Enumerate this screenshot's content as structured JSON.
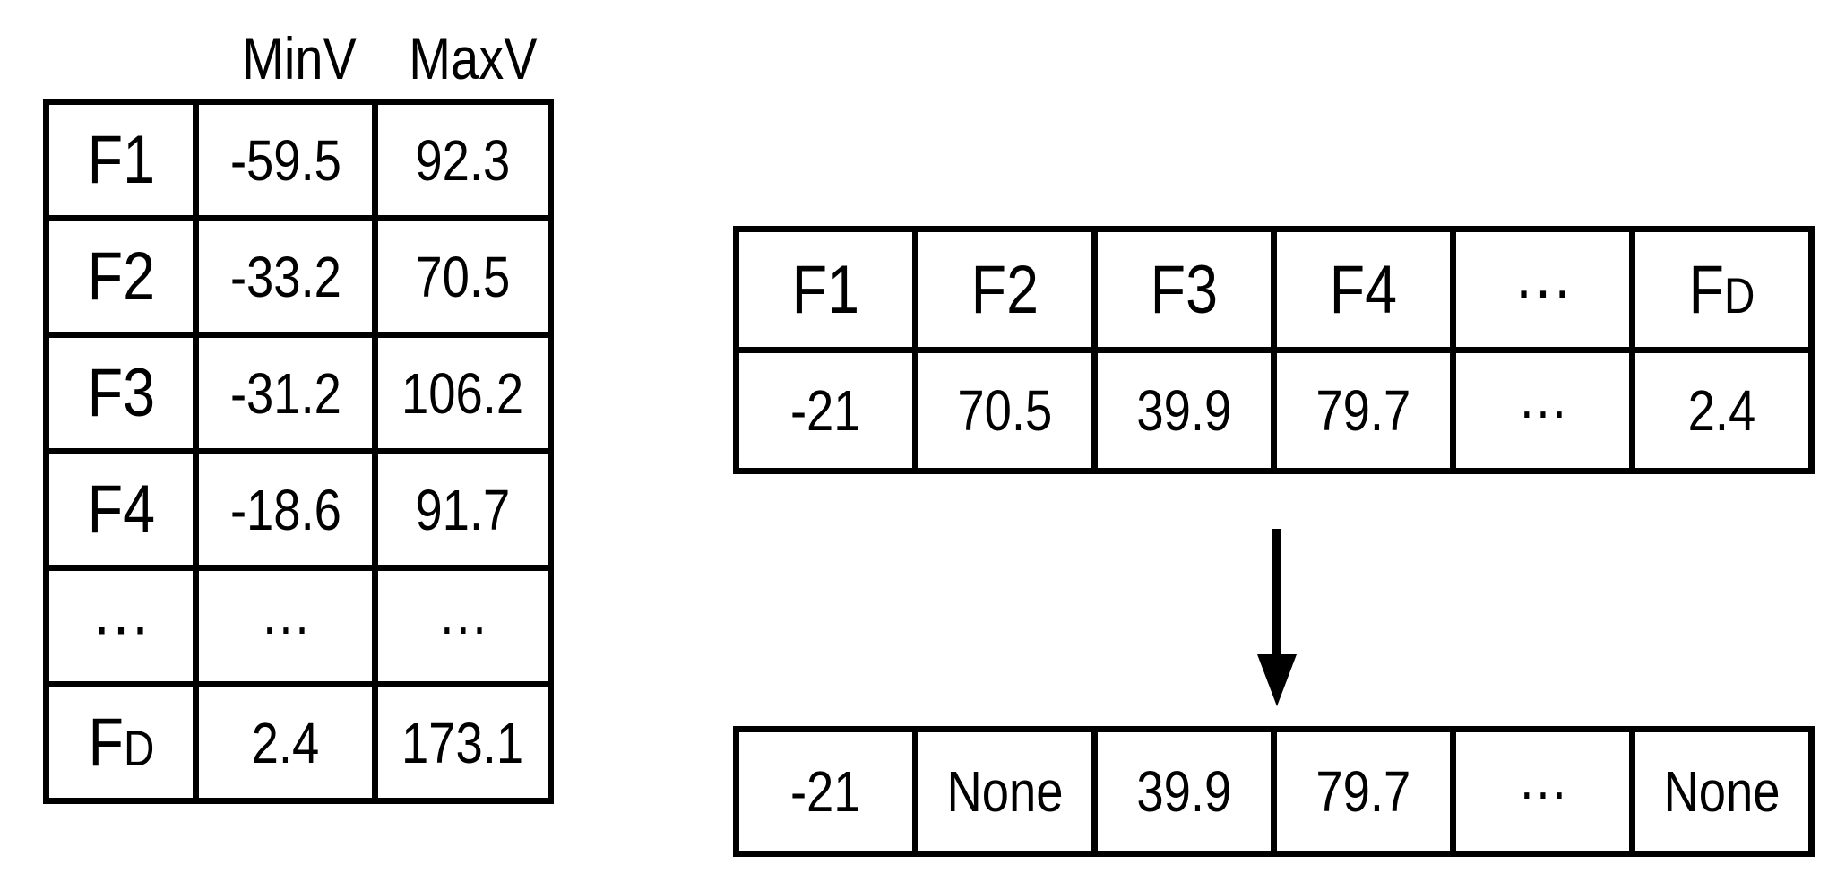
{
  "range_table": {
    "headers": {
      "min": "MinV",
      "max": "MaxV"
    },
    "rows": [
      {
        "feature": {
          "prefix": "F",
          "suffix": "1"
        },
        "min": "-59.5",
        "max": "92.3"
      },
      {
        "feature": {
          "prefix": "F",
          "suffix": "2"
        },
        "min": "-33.2",
        "max": "70.5"
      },
      {
        "feature": {
          "prefix": "F",
          "suffix": "3"
        },
        "min": "-31.2",
        "max": "106.2"
      },
      {
        "feature": {
          "prefix": "F",
          "suffix": "4"
        },
        "min": "-18.6",
        "max": "91.7"
      },
      {
        "feature": {
          "prefix": "",
          "suffix": "···"
        },
        "min": "···",
        "max": "···"
      },
      {
        "feature": {
          "prefix": "F",
          "suffix": "D"
        },
        "min": "2.4",
        "max": "173.1"
      }
    ]
  },
  "sample_table": {
    "features": [
      {
        "prefix": "F",
        "suffix": "1"
      },
      {
        "prefix": "F",
        "suffix": "2"
      },
      {
        "prefix": "F",
        "suffix": "3"
      },
      {
        "prefix": "F",
        "suffix": "4"
      },
      {
        "prefix": "",
        "suffix": "···"
      },
      {
        "prefix": "F",
        "suffix": "D"
      }
    ],
    "values": [
      "-21",
      "70.5",
      "39.9",
      "79.7",
      "···",
      "2.4"
    ]
  },
  "result_table": {
    "values": [
      "-21",
      "None",
      "39.9",
      "79.7",
      "···",
      "None"
    ]
  },
  "arrow": {
    "icon": "down-arrow-icon",
    "color": "#000000"
  }
}
